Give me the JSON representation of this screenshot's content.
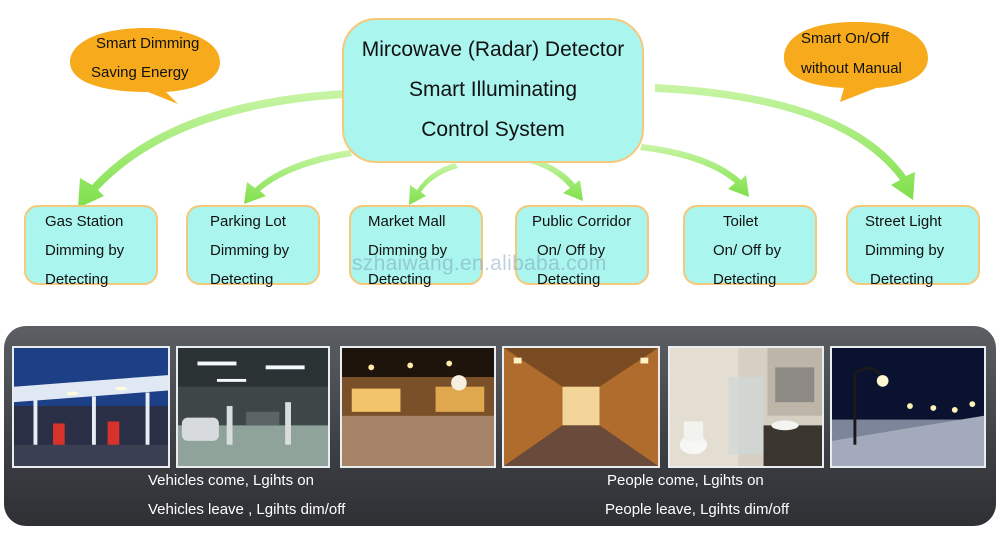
{
  "title": {
    "line1": "Mircowave (Radar) Detector",
    "line2": "Smart Illuminating",
    "line3": "Control System"
  },
  "bubble_left": {
    "line1": "Smart Dimming",
    "line2": "Saving Energy"
  },
  "bubble_right": {
    "line1": "Smart On/Off",
    "line2": "without Manual"
  },
  "applications": [
    {
      "line1": "Gas  Station",
      "line2": "Dimming by",
      "line3": "Detecting"
    },
    {
      "line1": "Parking  Lot",
      "line2": "Dimming by",
      "line3": "Detecting"
    },
    {
      "line1": "Market  Mall",
      "line2": "Dimming by",
      "line3": "Detecting"
    },
    {
      "line1": "Public Corridor",
      "line2": "On/ Off by",
      "line3": "Detecting"
    },
    {
      "line1": "Toilet",
      "line2": "On/ Off by",
      "line3": "Detecting"
    },
    {
      "line1": "Street Light",
      "line2": "Dimming by",
      "line3": "Detecting"
    }
  ],
  "captions": {
    "vehicles_line1": "Vehicles come, Lgihts on",
    "vehicles_line2": "Vehicles leave , Lgihts dim/off",
    "people_line1": "People come, Lgihts on",
    "people_line2": "People leave, Lgihts dim/off"
  },
  "watermark": "szhaiwang.en.alibaba.com",
  "colors": {
    "box_fill": "#aaf5ee",
    "box_border": "#f5c97a",
    "bubble_fill": "#f7ab1c",
    "arrow_green": "#8ce65a",
    "panel_dark": "#3c3f44"
  },
  "icons": {
    "photo1": "gas-station-photo",
    "photo2": "parking-lot-photo",
    "photo3": "market-mall-photo",
    "photo4": "public-corridor-photo",
    "photo5": "toilet-photo",
    "photo6": "street-light-photo"
  }
}
